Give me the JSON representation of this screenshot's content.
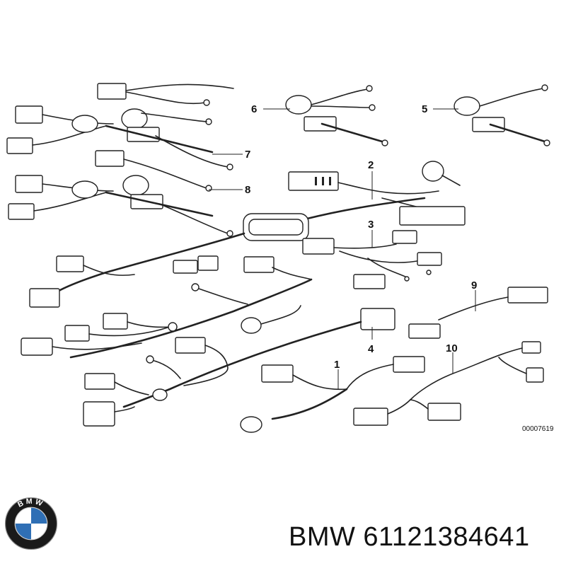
{
  "diagram": {
    "callouts": [
      "1",
      "2",
      "3",
      "4",
      "5",
      "6",
      "7",
      "8",
      "9",
      "10"
    ],
    "ref_code": "00007619"
  },
  "logo": {
    "letters": "BMW",
    "colors": {
      "ring": "#1a1a1a",
      "blue": "#2f6fb5",
      "white": "#ffffff"
    }
  },
  "caption": "BMW 61121384641"
}
